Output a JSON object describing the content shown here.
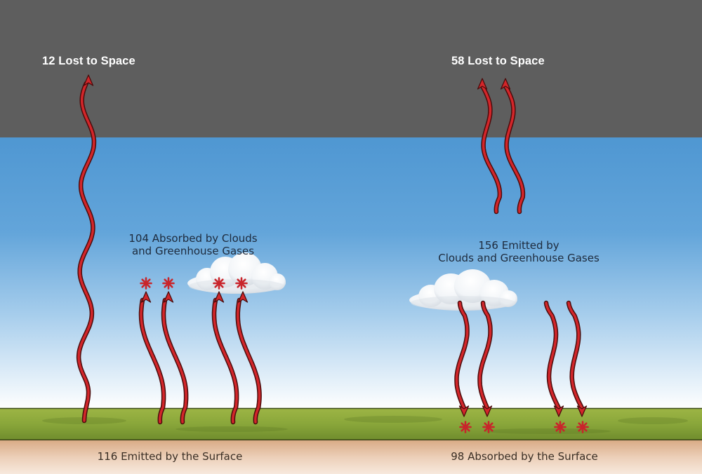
{
  "labels": {
    "left_space": "12 Lost to Space",
    "right_space": "58 Lost to Space",
    "left_absorbed_line1": "104 Absorbed by Clouds",
    "left_absorbed_line2": "and Greenhouse Gases",
    "right_emitted_line1": "156 Emitted by",
    "right_emitted_line2": "Clouds and Greenhouse Gases",
    "left_surface": "116 Emitted by the Surface",
    "right_surface": "98 Absorbed by the Surface"
  },
  "icons": {
    "arrow": "wavy-red-arrow-icon",
    "absorption_mark": "asterisk-icon",
    "cloud": "cloud-icon"
  },
  "colors": {
    "space": "#5f5f5f",
    "sky_top": "#4f97d2",
    "sky_bottom": "#ffffff",
    "grass": "#8eaa3a",
    "soil": "#e6c2a6",
    "arrow_fill": "#d3262a",
    "arrow_outline": "#4a0c0c",
    "asterisk": "#c9252b"
  }
}
